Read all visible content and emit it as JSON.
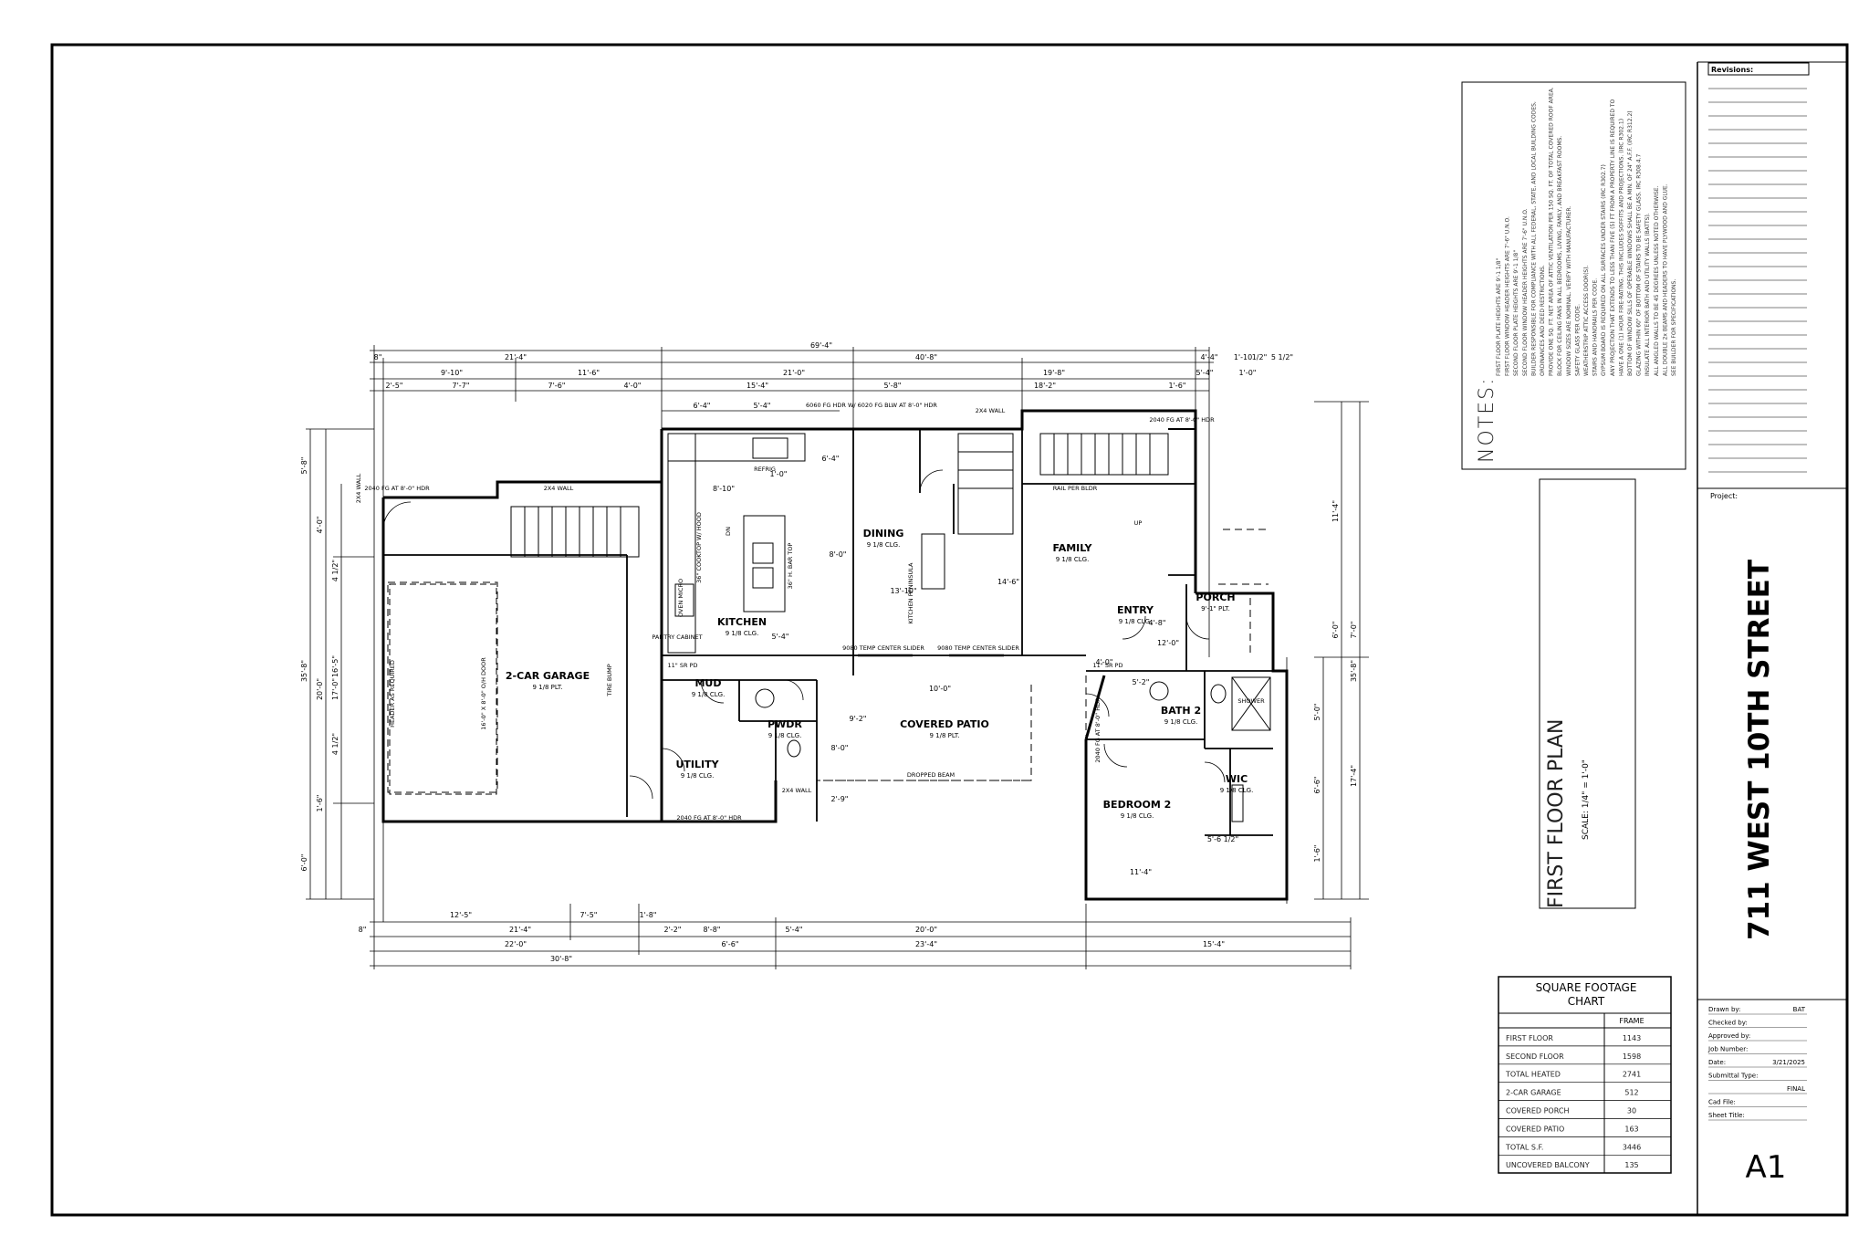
{
  "title_block": {
    "revisions_label": "Revisions:",
    "project_label": "Project:",
    "project_name": "711 WEST 10TH STREET",
    "fields": [
      {
        "label": "Drawn by:",
        "value": "BAT"
      },
      {
        "label": "Checked by:",
        "value": ""
      },
      {
        "label": "Approved by:",
        "value": ""
      },
      {
        "label": "Job Number:",
        "value": ""
      },
      {
        "label": "Date:",
        "value": "3/21/2025"
      },
      {
        "label": "Submittal Type:",
        "value": ""
      },
      {
        "label": "",
        "value": "FINAL"
      },
      {
        "label": "Cad File:",
        "value": ""
      },
      {
        "label": "Sheet Title:",
        "value": ""
      }
    ],
    "sheet_number": "A1"
  },
  "notes": {
    "heading": "NOTES:",
    "items": [
      "FIRST FLOOR PLATE HEIGHTS ARE 9'-1 1/8\"",
      "FIRST FLOOR WINDOW HEADER HEIGHTS ARE 7'-6\" U.N.O.",
      "SECOND FLOOR PLATE HEIGHTS ARE 9'-1 1/8\"",
      "SECOND FLOOR WINDOW HEADER HEIGHTS ARE 7'-6\" U.N.O.",
      "BUILDER RESPONSIBLE FOR COMPLIANCE WITH ALL FEDERAL, STATE, AND LOCAL BUILDING CODES,",
      "ORDINANCES AND DEED RESTRICTIONS.",
      "PROVIDE ONE SQ. FT. NET AREA OF ATTIC VENTILATION PER 150 SQ. FT. OF TOTAL COVERED ROOF AREA.",
      "BLOCK FOR CEILING FANS IN ALL BEDROOMS, LIVING, FAMILY, AND BREAKFAST ROOMS.",
      "WINDOW SIZES ARE NOMINAL. VERIFY WITH MANUFACTURER.",
      "SAFETY GLASS PER CODE.",
      "WEATHERSTRIP ATTIC ACCESS DOOR(S).",
      "STAIRS AND HANDRAILS PER CODE.",
      "GYPSUM BOARD IS REQUIRED ON ALL SURFACES UNDER STAIRS (IRC R302.7)",
      "ANY PROJECTION THAT EXTENDS TO LESS THAN FIVE (5) FT FROM A PROPERTY LINE IS REQUIRED TO",
      "HAVE A ONE (1) HOUR FIRE-RATING. THIS INCLUDES SOFFITS AND PROJECTIONS. (IRC R302.1)",
      "BOTTOM OF WINDOW SILLS OF OPERABLE WINDOWS SHALL BE A MIN. OF 24\" A.F.F. (IRC R312.2)",
      "GLAZING WITHIN 60\" OF BOTTOM OF STAIRS TO BE SAFETY GLASS. IRC R308.4.7",
      "INSULATE ALL INTERIOR BATH AND UTILITY WALLS (BATTS).",
      "ALL ANGLED WALLS TO BE 45 DEGREES UNLESS NOTED OTHERWISE.",
      "ALL DOUBLE 2x BEAMS AND HEADERS TO HAVE PLYWOOD AND GLUE.",
      "SEE BUILDER FOR SPECIFICATIONS."
    ]
  },
  "plan_title": {
    "title": "FIRST FLOOR PLAN",
    "scale": "SCALE: 1/4\" = 1'-0\""
  },
  "square_footage": {
    "title_line1": "SQUARE FOOTAGE",
    "title_line2": "CHART",
    "column_header": "FRAME",
    "rows": [
      {
        "label": "FIRST FLOOR",
        "value": "1143"
      },
      {
        "label": "SECOND FLOOR",
        "value": "1598"
      },
      {
        "label": "TOTAL HEATED",
        "value": "2741"
      },
      {
        "label": "2-CAR GARAGE",
        "value": "512"
      },
      {
        "label": "COVERED PORCH",
        "value": "30"
      },
      {
        "label": "COVERED PATIO",
        "value": "163"
      },
      {
        "label": "TOTAL S.F.",
        "value": "3446"
      },
      {
        "label": "UNCOVERED BALCONY",
        "value": "135"
      }
    ]
  },
  "rooms": {
    "garage": {
      "name": "2-CAR GARAGE",
      "ht": "9 1/8 PLT."
    },
    "kitchen": {
      "name": "KITCHEN",
      "ht": "9 1/8 CLG."
    },
    "dining": {
      "name": "DINING",
      "ht": "9 1/8 CLG."
    },
    "family": {
      "name": "FAMILY",
      "ht": "9 1/8 CLG."
    },
    "entry": {
      "name": "ENTRY",
      "ht": "9 1/8 CLG."
    },
    "porch": {
      "name": "PORCH",
      "ht": "9'-1\" PLT."
    },
    "mud": {
      "name": "MUD",
      "ht": "9 1/8 CLG."
    },
    "pwdr": {
      "name": "PWDR",
      "ht": "9 1/8 CLG."
    },
    "utility": {
      "name": "UTILITY",
      "ht": "9 1/8 CLG."
    },
    "patio": {
      "name": "COVERED PATIO",
      "ht": "9 1/8 PLT."
    },
    "bath2": {
      "name": "BATH 2",
      "ht": "9 1/8 CLG."
    },
    "wic": {
      "name": "WIC",
      "ht": "9 1/8 CLG."
    },
    "bed2": {
      "name": "BEDROOM 2",
      "ht": "9 1/8 CLG."
    }
  },
  "annotations": {
    "garage_door": "16'-0\" X 8'-0\" O/H DOOR",
    "header_req": "HEADER AS REQUIRED",
    "tire_bump": "TIRE BUMP",
    "rail": "RAIL PER BLDR",
    "dropped_beam": "DROPPED BEAM",
    "slider1": "9080 TEMP CENTER SLIDER",
    "slider2": "9080 TEMP CENTER SLIDER",
    "refrig": "REFRIG",
    "pantry": "PANTRY CABINET",
    "oven": "OVEN MICRO",
    "cooktop": "36\" COOKTOP W/ HOOD",
    "bar": "36\" H. BAR TOP",
    "peninsula": "KITCHEN PENINSULA",
    "wall_1": "2X4 WALL",
    "wall_2": "2X4 WALL",
    "wall_3": "2X4 WALL",
    "wall_4": "2X4 WALL",
    "sr_pd_1": "11\" SR PD",
    "sr_pd_2": "11\" SR PD",
    "window_a": "2040 FG AT 8'-0\" HDR",
    "window_b": "2040 FG AT 8'-0\" HDR",
    "window_c": "2040 FG AT 8'-0\" HDR",
    "window_d": "2040 FG AT 8'-0\" HDR",
    "window_e": "6060 FG HDR W/ 6020 FG BLW AT 8'-0\" HDR",
    "shower": "SHOWER",
    "dn": "DN",
    "up": "UP"
  },
  "dimensions": {
    "overall": "69'-4\"",
    "top_row1": [
      "8\"",
      "21'-4\"",
      "40'-8\"",
      "4'-4\"",
      "1'-10",
      "1/2\"",
      "5 1/2\""
    ],
    "top_row2": [
      "9'-10\"",
      "11'-6\"",
      "21'-0\"",
      "19'-8\"",
      "5'-4\"",
      "1'-0\""
    ],
    "top_row3": [
      "2'-5\"",
      "7'-7\"",
      "7'-6\"",
      "4'-0\"",
      "15'-4\"",
      "5'-8\"",
      "18'-2\"",
      "1'-6\""
    ],
    "top_row4": [
      "6'-4\"",
      "5'-4\""
    ],
    "bottom_row1": [
      "12'-5\"",
      "7'-5\"",
      "1'-8\""
    ],
    "bottom_row2": [
      "8\"",
      "21'-4\"",
      "2'-2\"",
      "8'-8\"",
      "5'-4\"",
      "20'-0\""
    ],
    "bottom_row3": [
      "22'-0\"",
      "6'-6\"",
      "23'-4\"",
      "15'-4\""
    ],
    "bottom_row4": [
      "30'-8\""
    ],
    "left": [
      "35'-8\"",
      "5'-8\"",
      "4'-0\"",
      "20'-0\"",
      "17'-0\"",
      "16'-5\"",
      "6'-0\"",
      "1'-6\"",
      "4 1/2\"",
      "4 1/2\""
    ],
    "right": [
      "11'-4\"",
      "35'-8\"",
      "6'-0\"",
      "7'-0\"",
      "17'-4\"",
      "5'-0\"",
      "6'-6\"",
      "1'-6\""
    ],
    "interior": [
      "8'-10\"",
      "1'-0\"",
      "5'-4\"",
      "6'-4\"",
      "8'-0\"",
      "13'-10\"",
      "10'-0\"",
      "14'-6\"",
      "12'-0\"",
      "11'-4\"",
      "4'-8\"",
      "5'-2\"",
      "4'-0\"",
      "5'-6 1/2\"",
      "8'-0\"",
      "9'-2\"",
      "2'-9\""
    ]
  }
}
